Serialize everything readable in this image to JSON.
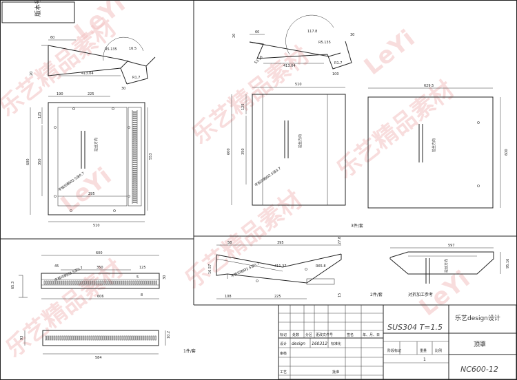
{
  "corner_tag": "版本号",
  "top_left_view": {
    "profile": {
      "d60": "60",
      "d20": "20",
      "d413": "413.04",
      "r135": "R5.135",
      "d165": "16.5",
      "d30": "30",
      "d417": "R1.7"
    },
    "front": {
      "d190": "190",
      "d225": "225",
      "d125": "125",
      "d600": "600",
      "d350": "350",
      "d553": "553",
      "d295": "295",
      "d510": "510",
      "grain": "拉丝方向",
      "label": "平板印刷Ø2.5深0.7"
    }
  },
  "top_right_view": {
    "profile": {
      "d60": "60",
      "d20": "20",
      "d1178": "117.8",
      "r135": "R5.135",
      "d30": "30",
      "d413": "413.04",
      "d100": "100",
      "d417": "R1.7",
      "d53": "53.16"
    },
    "front": {
      "d510": "510",
      "d125": "125",
      "d600": "600",
      "d350": "350",
      "grain": "拉丝方向",
      "label": "平板印刷Ø2.5深0.7"
    },
    "back": {
      "d6295": "629.5",
      "d600": "600",
      "grain": "拉丝方向"
    },
    "note": "3件/套"
  },
  "bottom_left_view": {
    "top": {
      "d600": "600",
      "d45": "45",
      "d350": "350",
      "d125": "125",
      "d5": "5",
      "d30": "30",
      "d653": "65.3",
      "d606": "606",
      "d8": "8",
      "label": "平板印刷Ø2.5深0.7"
    },
    "bottom": {
      "d93": "93",
      "d102": "10.2",
      "d584": "584"
    },
    "note": "1件/套"
  },
  "bottom_middle_view": {
    "d58": "58",
    "d395": "395",
    "d278": "27.8",
    "d1657": "16.57",
    "d41137": "411.37",
    "d658": "R65.8",
    "label": "平板印刷Ø2.5深0.7",
    "d108": "108",
    "d225": "225",
    "d15": "15",
    "note": "2件/套"
  },
  "bottom_right_view": {
    "d597": "597",
    "d9516": "95.16",
    "grain": "拉丝方向",
    "note": "对折加工参考"
  },
  "title_block": {
    "material": "SUS304  T=1.5",
    "company": "乐艺design设计",
    "name": "顶罩",
    "drawing_no": "NC600-12",
    "row_marks": [
      "标记",
      "处数",
      "分区",
      "更改文件号",
      "签名",
      "年、月、日"
    ],
    "designer_row": [
      "设计",
      "design",
      "160312",
      "标准化"
    ],
    "stage_row": [
      "阶段标记",
      "重量",
      "比例"
    ],
    "sheet": "1",
    "review": "审核",
    "process": "工艺",
    "approve": "批准"
  },
  "watermarks": [
    "LeYi",
    "乐艺精品素材"
  ]
}
